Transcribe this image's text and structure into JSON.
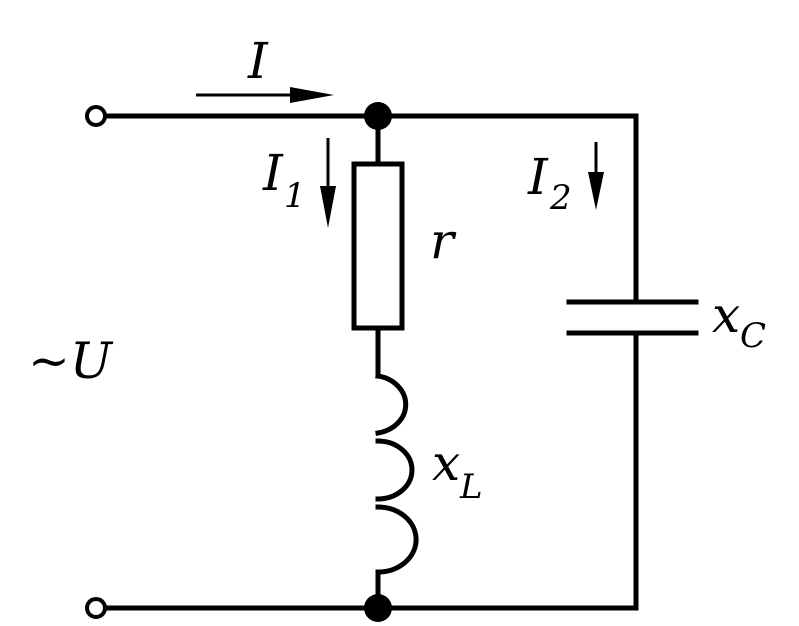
{
  "labels": {
    "source": "~U",
    "current_total": "I",
    "current_branch1": "I",
    "current_branch1_sub": "1",
    "current_branch2": "I",
    "current_branch2_sub": "2",
    "resistor": "r",
    "inductor": "x",
    "inductor_sub": "L",
    "capacitor": "x",
    "capacitor_sub": "C"
  },
  "colors": {
    "line": "#000000",
    "background": "#ffffff",
    "terminal_fill": "#ffffff"
  }
}
